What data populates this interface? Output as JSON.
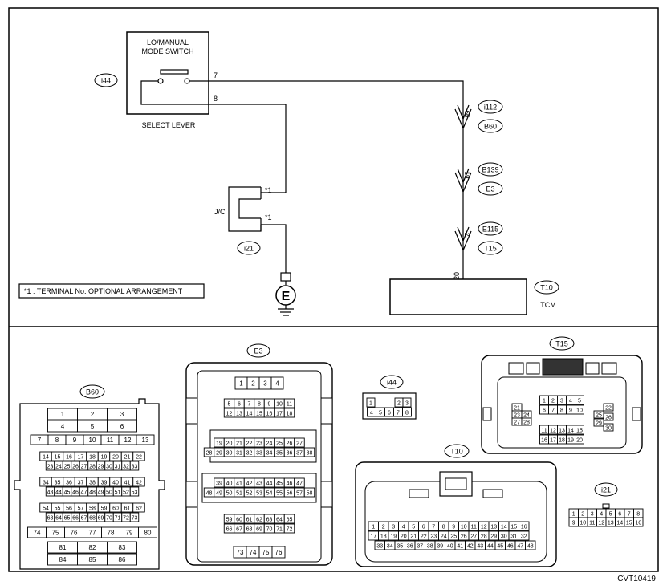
{
  "switch": {
    "title1": "LO/MANUAL",
    "title2": "MODE SWITCH",
    "caption": "SELECT LEVER",
    "connector": "i44",
    "pin_top": "7",
    "pin_bottom": "8"
  },
  "jc": {
    "label": "J/C",
    "connector": "i21",
    "term1": "*1",
    "term2": "*1"
  },
  "ground": {
    "label": "E"
  },
  "wire_connectors": [
    {
      "pin": "66",
      "upper": "i112",
      "lower": "B60"
    },
    {
      "pin": "19",
      "upper": "B139",
      "lower": "E3"
    },
    {
      "pin": "2",
      "upper": "E115",
      "lower": "T15"
    }
  ],
  "tcm": {
    "label": "TCM",
    "connector": "T10",
    "pin": "20"
  },
  "note": "*1 : TERMINAL No. OPTIONAL ARRANGEMENT",
  "connectors": {
    "B60": {
      "label": "B60",
      "rows": [
        [
          "1",
          "2",
          "3"
        ],
        [
          "4",
          "5",
          "6"
        ],
        [
          "7",
          "8",
          "9",
          "10",
          "11",
          "12",
          "13"
        ],
        [
          "14",
          "15",
          "16",
          "17",
          "18",
          "19",
          "20",
          "21",
          "22"
        ],
        [
          "23",
          "24",
          "25",
          "26",
          "27",
          "28",
          "29",
          "30",
          "31",
          "32",
          "33"
        ],
        [
          "34",
          "35",
          "36",
          "37",
          "38",
          "39",
          "40",
          "41",
          "42"
        ],
        [
          "43",
          "44",
          "45",
          "46",
          "47",
          "48",
          "49",
          "50",
          "51",
          "52",
          "53"
        ],
        [
          "54",
          "55",
          "56",
          "57",
          "58",
          "59",
          "60",
          "61",
          "62"
        ],
        [
          "63",
          "64",
          "65",
          "66",
          "67",
          "68",
          "69",
          "70",
          "71",
          "72",
          "73"
        ],
        [
          "74",
          "75",
          "76",
          "77",
          "78",
          "79",
          "80"
        ],
        [
          "81",
          "82",
          "83"
        ],
        [
          "84",
          "85",
          "86"
        ]
      ]
    },
    "E3": {
      "label": "E3",
      "rows": [
        [
          "1",
          "2",
          "3",
          "4"
        ],
        [
          "5",
          "6",
          "7",
          "8",
          "9",
          "10",
          "11"
        ],
        [
          "12",
          "13",
          "14",
          "15",
          "16",
          "17",
          "18"
        ],
        [
          "19",
          "20",
          "21",
          "22",
          "23",
          "24",
          "25",
          "26",
          "27"
        ],
        [
          "28",
          "29",
          "30",
          "31",
          "32",
          "33",
          "34",
          "35",
          "36",
          "37",
          "38"
        ],
        [
          "39",
          "40",
          "41",
          "42",
          "43",
          "44",
          "45",
          "46",
          "47"
        ],
        [
          "48",
          "49",
          "50",
          "51",
          "52",
          "53",
          "54",
          "55",
          "56",
          "57",
          "58"
        ],
        [
          "59",
          "60",
          "61",
          "62",
          "63",
          "64",
          "65"
        ],
        [
          "66",
          "67",
          "68",
          "69",
          "70",
          "71",
          "72"
        ],
        [
          "73",
          "74",
          "75",
          "76"
        ]
      ]
    },
    "i44": {
      "label": "i44",
      "rows": [
        [
          "1",
          "2",
          "3"
        ],
        [
          "4",
          "5",
          "6",
          "7",
          "8"
        ]
      ]
    },
    "T15": {
      "label": "T15",
      "rows": [
        [
          "1",
          "2",
          "3",
          "4",
          "5"
        ],
        [
          "6",
          "7",
          "8",
          "9",
          "10"
        ],
        [
          "11",
          "12",
          "13",
          "14",
          "15"
        ],
        [
          "16",
          "17",
          "18",
          "19",
          "20"
        ]
      ],
      "left": [
        "21",
        "23",
        "24",
        "27",
        "28"
      ],
      "right": [
        "22",
        "25",
        "26",
        "29",
        "30"
      ]
    },
    "T10": {
      "label": "T10",
      "rows": [
        [
          "1",
          "2",
          "3",
          "4",
          "5",
          "6",
          "7",
          "8",
          "9",
          "10",
          "11",
          "12",
          "13",
          "14",
          "15",
          "16"
        ],
        [
          "17",
          "18",
          "19",
          "20",
          "21",
          "22",
          "23",
          "24",
          "25",
          "26",
          "27",
          "28",
          "29",
          "30",
          "31",
          "32"
        ],
        [
          "33",
          "34",
          "35",
          "36",
          "37",
          "38",
          "39",
          "40",
          "41",
          "42",
          "43",
          "44",
          "45",
          "46",
          "47",
          "48"
        ]
      ]
    },
    "i21": {
      "label": "i21",
      "rows": [
        [
          "1",
          "2",
          "3",
          "4",
          "5",
          "6",
          "7",
          "8"
        ],
        [
          "9",
          "10",
          "11",
          "12",
          "13",
          "14",
          "15",
          "16"
        ]
      ]
    }
  },
  "figure_code": "CVT10419"
}
